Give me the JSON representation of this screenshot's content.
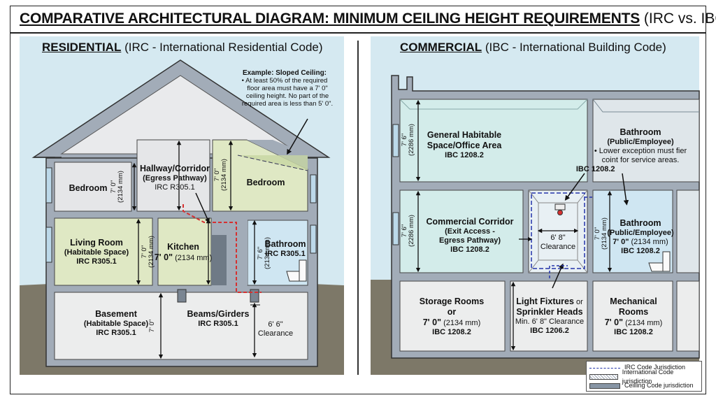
{
  "title": {
    "main": "COMPARATIVE ARCHITECTURAL DIAGRAM: MINIMUM CEILING HEIGHT REQUIREMENTS",
    "suffix": "(IRC vs. IBC)"
  },
  "residential": {
    "heading": "RESIDENTIAL",
    "code": "(IRC - International Residential Code)",
    "note": {
      "title": "Example: Sloped Ceiling:",
      "text": "• At least 50% of the required floor area must have a 7' 0\" ceiling height. No part of the required area is less than 5' 0\"."
    },
    "rooms": {
      "bedroom_left": {
        "name": "Bedroom",
        "dim": "7' 0\"",
        "dim_mm": "(2134 mm)"
      },
      "hallway": {
        "name": "Hallway/Corridor",
        "sub": "(Egress Pathway)",
        "code": "IRC R305.1"
      },
      "bedroom_right": {
        "name": "Bedroom",
        "dim": "7' 0\"",
        "dim_mm": "(2134 mm)"
      },
      "living": {
        "name": "Living Room",
        "sub": "(Habitable Space)",
        "code": "IRC R305.1",
        "dim": "7' 0\"",
        "dim_mm": "(2134 mm)"
      },
      "kitchen": {
        "name": "Kitchen",
        "height_bold": "7' 0\"",
        "height_mm": "(2134 mm)"
      },
      "bathroom": {
        "name": "Bathroom",
        "code": "IRC R305.1",
        "dim": "7' 6\"",
        "dim_mm": "(2134 mm)"
      },
      "basement": {
        "name": "Basement",
        "sub": "(Habitable Space)",
        "code": "IRC R305.1",
        "dim": "7' 0\""
      },
      "beams": {
        "name": "Beams/Girders",
        "code": "IRC R305.1"
      },
      "clearance": {
        "value": "6' 6\"",
        "label": "Clearance"
      }
    }
  },
  "commercial": {
    "heading": "COMMERCIAL",
    "code": "(IBC - International Building Code)",
    "rooms": {
      "office": {
        "name": "General Habitable",
        "name2": "Space/Office Area",
        "code": "IBC 1208.2",
        "dim": "7' 6\"",
        "dim_mm": "(2286 mm)"
      },
      "bath_top": {
        "name": "Bathroom",
        "sub": "(Public/Employee)",
        "bullet": "• Lower exception must fier",
        "bullet2": "coint for service areas.",
        "code": "IBC 1208.2"
      },
      "corridor": {
        "name": "Commercial Corridor",
        "sub": "(Exit Access -",
        "sub2": "Egress Pathway)",
        "code": "IBC 1208.2",
        "dim": "7' 6\"",
        "dim_mm": "(2286 mm)"
      },
      "corridor_clear": {
        "value": "6' 8\"",
        "label": "Clearance"
      },
      "bath_mid": {
        "name": "Bathroom",
        "sub": "(Public/Employee)",
        "height_bold": "7' 0\"",
        "height_mm": "(2134 mm)",
        "code": "IBC 1208.2",
        "dim": "7' 0\"",
        "dim_mm": "(2134 mm)"
      },
      "storage": {
        "name": "Storage Rooms",
        "name2": "or",
        "height_bold": "7' 0\"",
        "height_mm": "(2134 mm)",
        "code": "IBC 1208.2"
      },
      "fixtures": {
        "name": "Light Fixtures",
        "or": "or",
        "name2": "Sprinkler Heads",
        "min": "Min. 6' 8\" Clearance",
        "code": "IBC 1206.2"
      },
      "mechanical": {
        "name": "Mechanical",
        "name2": "Rooms",
        "height_bold": "7' 0\"",
        "height_mm": "(2134 mm)",
        "code": "IBC 1208.2"
      }
    }
  },
  "legend": [
    {
      "label": "IRC Code Jurisdiction"
    },
    {
      "label": "International Code jurisdiction"
    },
    {
      "label": "Ceilling Code jurisdiction"
    }
  ],
  "colors": {
    "sky": "#d5e9f1",
    "wall": "#a2acb8",
    "habitable_green": "#dfe8c4",
    "bath_blue": "#cfe6f2",
    "commercial_teal": "#d3ecea",
    "ground": "#7d7868",
    "egress_red": "#d63030",
    "irc_blue": "#2233aa"
  }
}
